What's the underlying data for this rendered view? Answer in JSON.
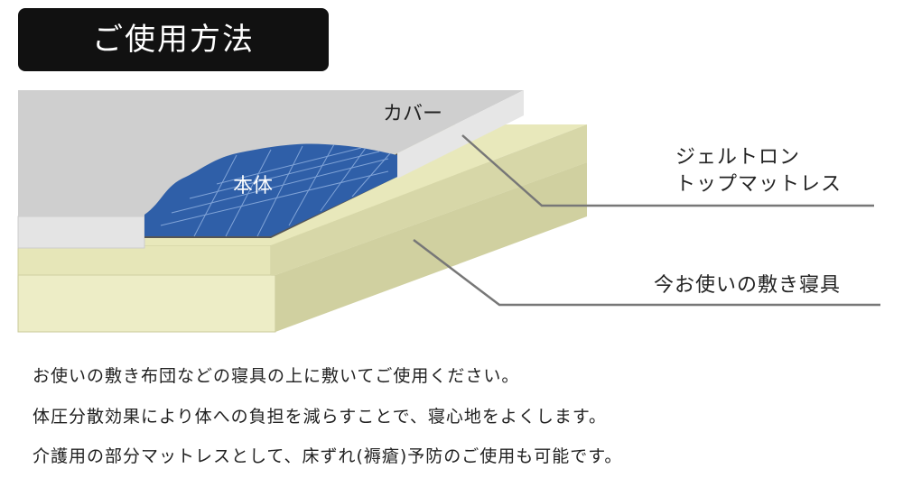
{
  "title": "ご使用方法",
  "labels": {
    "cover": "カバー",
    "body": "本体",
    "gel_line1": "ジェルトロン",
    "gel_line2": "トップマットレス",
    "bedding": "今お使いの敷き寝具"
  },
  "description": [
    "お使いの敷き布団などの寝具の上に敷いてご使用ください。",
    "体圧分散効果により体への負担を減らすことで、寝心地をよくします。",
    "介護用の部分マットレスとして、床ずれ(褥瘡)予防のご使用も可能です。"
  ],
  "colors": {
    "title_bg": "#111111",
    "cover": "#cfcfcf",
    "cover_edge": "#e6e6e6",
    "body_blue": "#2f5fa8",
    "mattress_top": "#e4e4b0",
    "mattress_side": "#d4d4a6",
    "mattress_front": "#ededc6",
    "leader_line": "#777777"
  }
}
